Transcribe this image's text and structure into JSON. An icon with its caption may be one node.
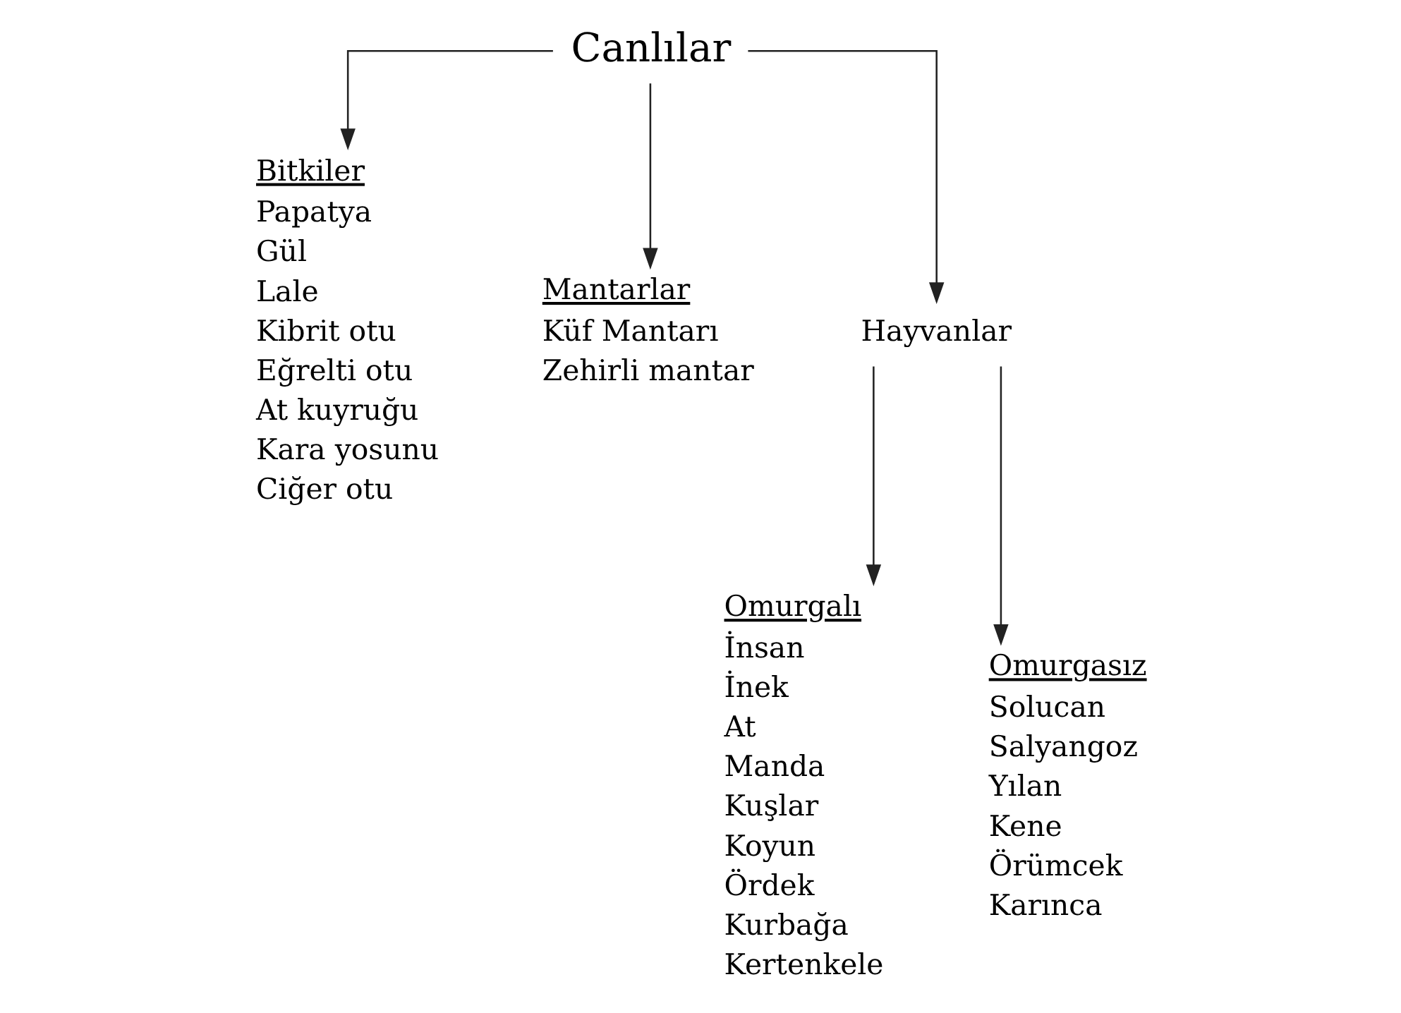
{
  "diagram": {
    "nodes": [
      {
        "text": [
          "Canlılar"
        ]
      },
      {
        "text": [
          "Bitkiler",
          "Papatya",
          "Gül",
          "Lale",
          "Kibrit otu",
          "Eğrelti otu",
          "At kuyruğu",
          "Kara yosunu",
          "Ciğer otu"
        ]
      },
      {
        "text": [
          "Mantarlar",
          "Küf Mantarı",
          "Zehirli mantar"
        ]
      },
      {
        "text": [
          "Hayvanlar"
        ]
      },
      {
        "text": [
          "Omurgalı",
          "İnsan",
          "İnek",
          "At",
          "Manda",
          "Kuşlar",
          "Koyun",
          "Ördek",
          "Kurbağa",
          "Kertenkele"
        ]
      },
      {
        "text": [
          "Omurgasız",
          "Solucan",
          "Salyangoz",
          "Yılan",
          "Kene",
          "Örümcek",
          "Karınca"
        ]
      }
    ],
    "edges": [
      {
        "from": 0,
        "to": 1,
        "arrow": "to"
      },
      {
        "from": 0,
        "to": 2,
        "arrow": "to"
      },
      {
        "from": 0,
        "to": 3,
        "arrow": "to"
      },
      {
        "from": 3,
        "to": 4,
        "arrow": "to"
      },
      {
        "from": 3,
        "to": 5,
        "arrow": "to"
      }
    ]
  }
}
